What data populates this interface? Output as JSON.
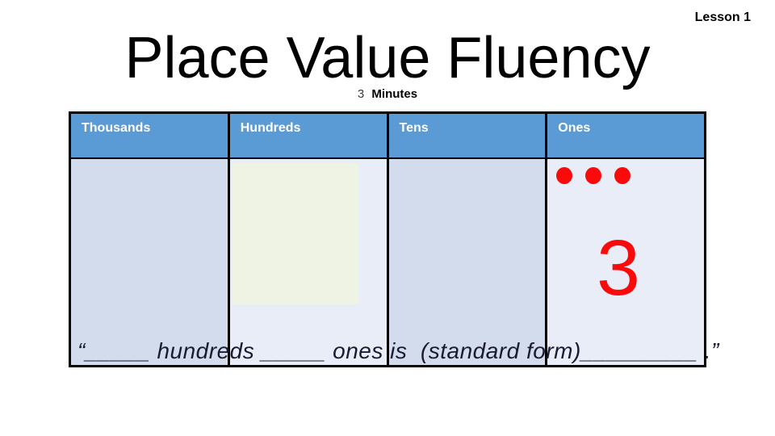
{
  "slide": {
    "lesson_label": "Lesson 1",
    "title": "Place Value Fluency",
    "subtitle": {
      "number": "3",
      "label": "Minutes"
    }
  },
  "table": {
    "columns": [
      {
        "header": "Thousands"
      },
      {
        "header": "Hundreds"
      },
      {
        "header": "Tens"
      },
      {
        "header": "Ones"
      }
    ],
    "ones_dots_count": 3,
    "ones_value": "3"
  },
  "sentence": {
    "text": "“_____ hundreds _____ ones is  (standard form)_________ .”"
  },
  "colors": {
    "header_blue": "#5B9BD5",
    "cell_dark": "#D3DCEC",
    "cell_light": "#E9EDF8",
    "green_box": "#EFF3E3",
    "accent_red": "#FA0A0A",
    "border_black": "#000000",
    "sentence_ink": "#1A1A33"
  }
}
